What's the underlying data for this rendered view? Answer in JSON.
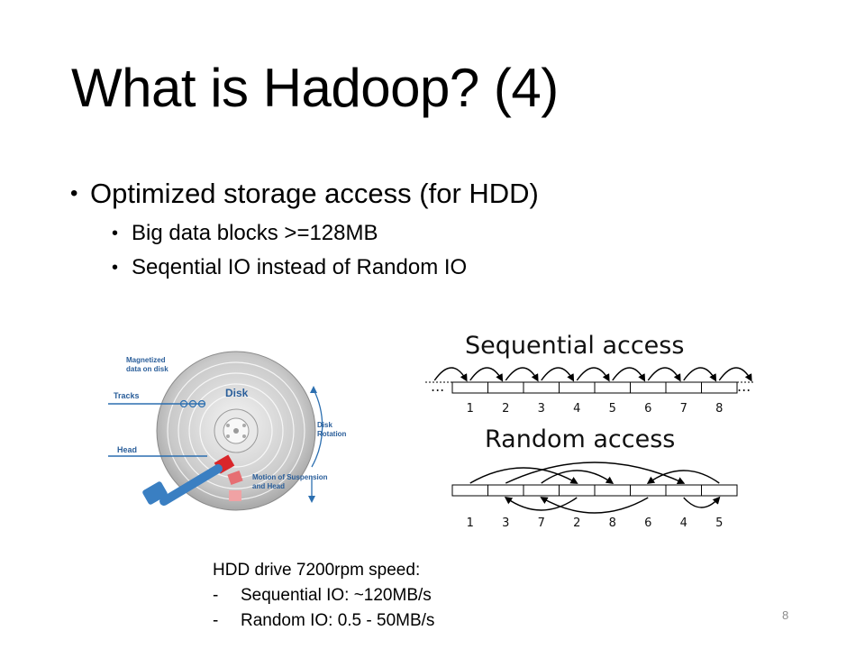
{
  "slide": {
    "title": "What is Hadoop? (4)",
    "bullet_main": "Optimized storage access (for HDD)",
    "sub_bullets": [
      "Big data blocks >=128MB",
      "Seqential IO instead of Random IO"
    ],
    "page_number": "8"
  },
  "disk_figure": {
    "labels": {
      "magnetized_1": "Magnetized",
      "magnetized_2": "data on disk",
      "tracks": "Tracks",
      "disk": "Disk",
      "head": "Head",
      "rotation_1": "Disk",
      "rotation_2": "Rotation",
      "motion_1": "Motion of Suspension",
      "motion_2": "and Head"
    }
  },
  "access_figure": {
    "sequential_title": "Sequential access",
    "random_title": "Random access",
    "ellipsis": "...",
    "sequential_order": [
      "1",
      "2",
      "3",
      "4",
      "5",
      "6",
      "7",
      "8"
    ],
    "random_order": [
      "1",
      "3",
      "7",
      "2",
      "8",
      "6",
      "4",
      "5"
    ]
  },
  "caption": {
    "heading": "HDD drive 7200rpm speed:",
    "items": [
      {
        "dash": "-",
        "text": "Sequential IO: ~120MB/s"
      },
      {
        "dash": "-",
        "text": "Random IO: 0.5 - 50MB/s"
      }
    ]
  }
}
